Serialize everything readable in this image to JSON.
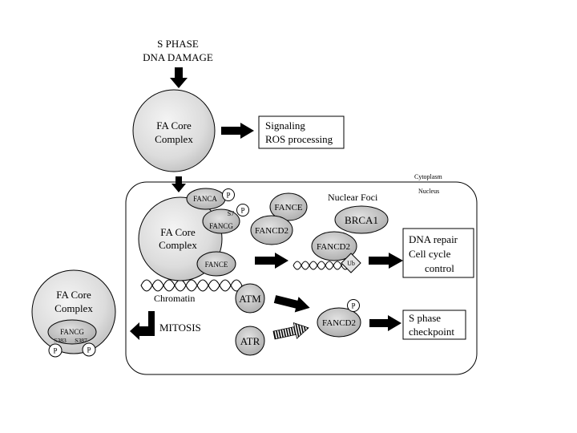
{
  "colors": {
    "ellipse_fill_light": "#ececec",
    "ellipse_fill_dark": "#bdbdbd",
    "stroke": "#000000",
    "arrow": "#000000"
  },
  "trigger": {
    "line1": "S PHASE",
    "line2": "DNA DAMAGE"
  },
  "cytoplasm_core": {
    "line1": "FA Core",
    "line2": "Complex"
  },
  "signaling_box": {
    "line1": "Signaling",
    "line2": "ROS processing"
  },
  "compartments": {
    "cytoplasm": "Cytoplasm",
    "nucleus": "Nucleus"
  },
  "nuclear_core": {
    "line1": "FA Core",
    "line2": "Complex",
    "fanca": "FANCA",
    "fancg": "FANCG",
    "fance": "FANCE",
    "s7": "S7",
    "p": "P"
  },
  "chromatin_label": "Chromatin",
  "fance_fancd2": {
    "fance": "FANCE",
    "fancd2": "FANCD2"
  },
  "nuclear_foci": {
    "label": "Nuclear Foci",
    "brca1": "BRCA1",
    "fancd2": "FANCD2",
    "ub": "Ub"
  },
  "dna_repair_box": {
    "line1": "DNA repair",
    "line2": "Cell cycle",
    "line3": "control"
  },
  "kinases": {
    "atm": "ATM",
    "atr": "ATR",
    "fancd2": "FANCD2",
    "p": "P"
  },
  "s_phase_box": {
    "line1": "S phase",
    "line2": "checkpoint"
  },
  "mitosis_label": "MITOSIS",
  "mitotic_core": {
    "line1": "FA Core",
    "line2": "Complex",
    "fancg": "FANCG",
    "s383": "S383",
    "s387": "S387",
    "p": "P"
  }
}
